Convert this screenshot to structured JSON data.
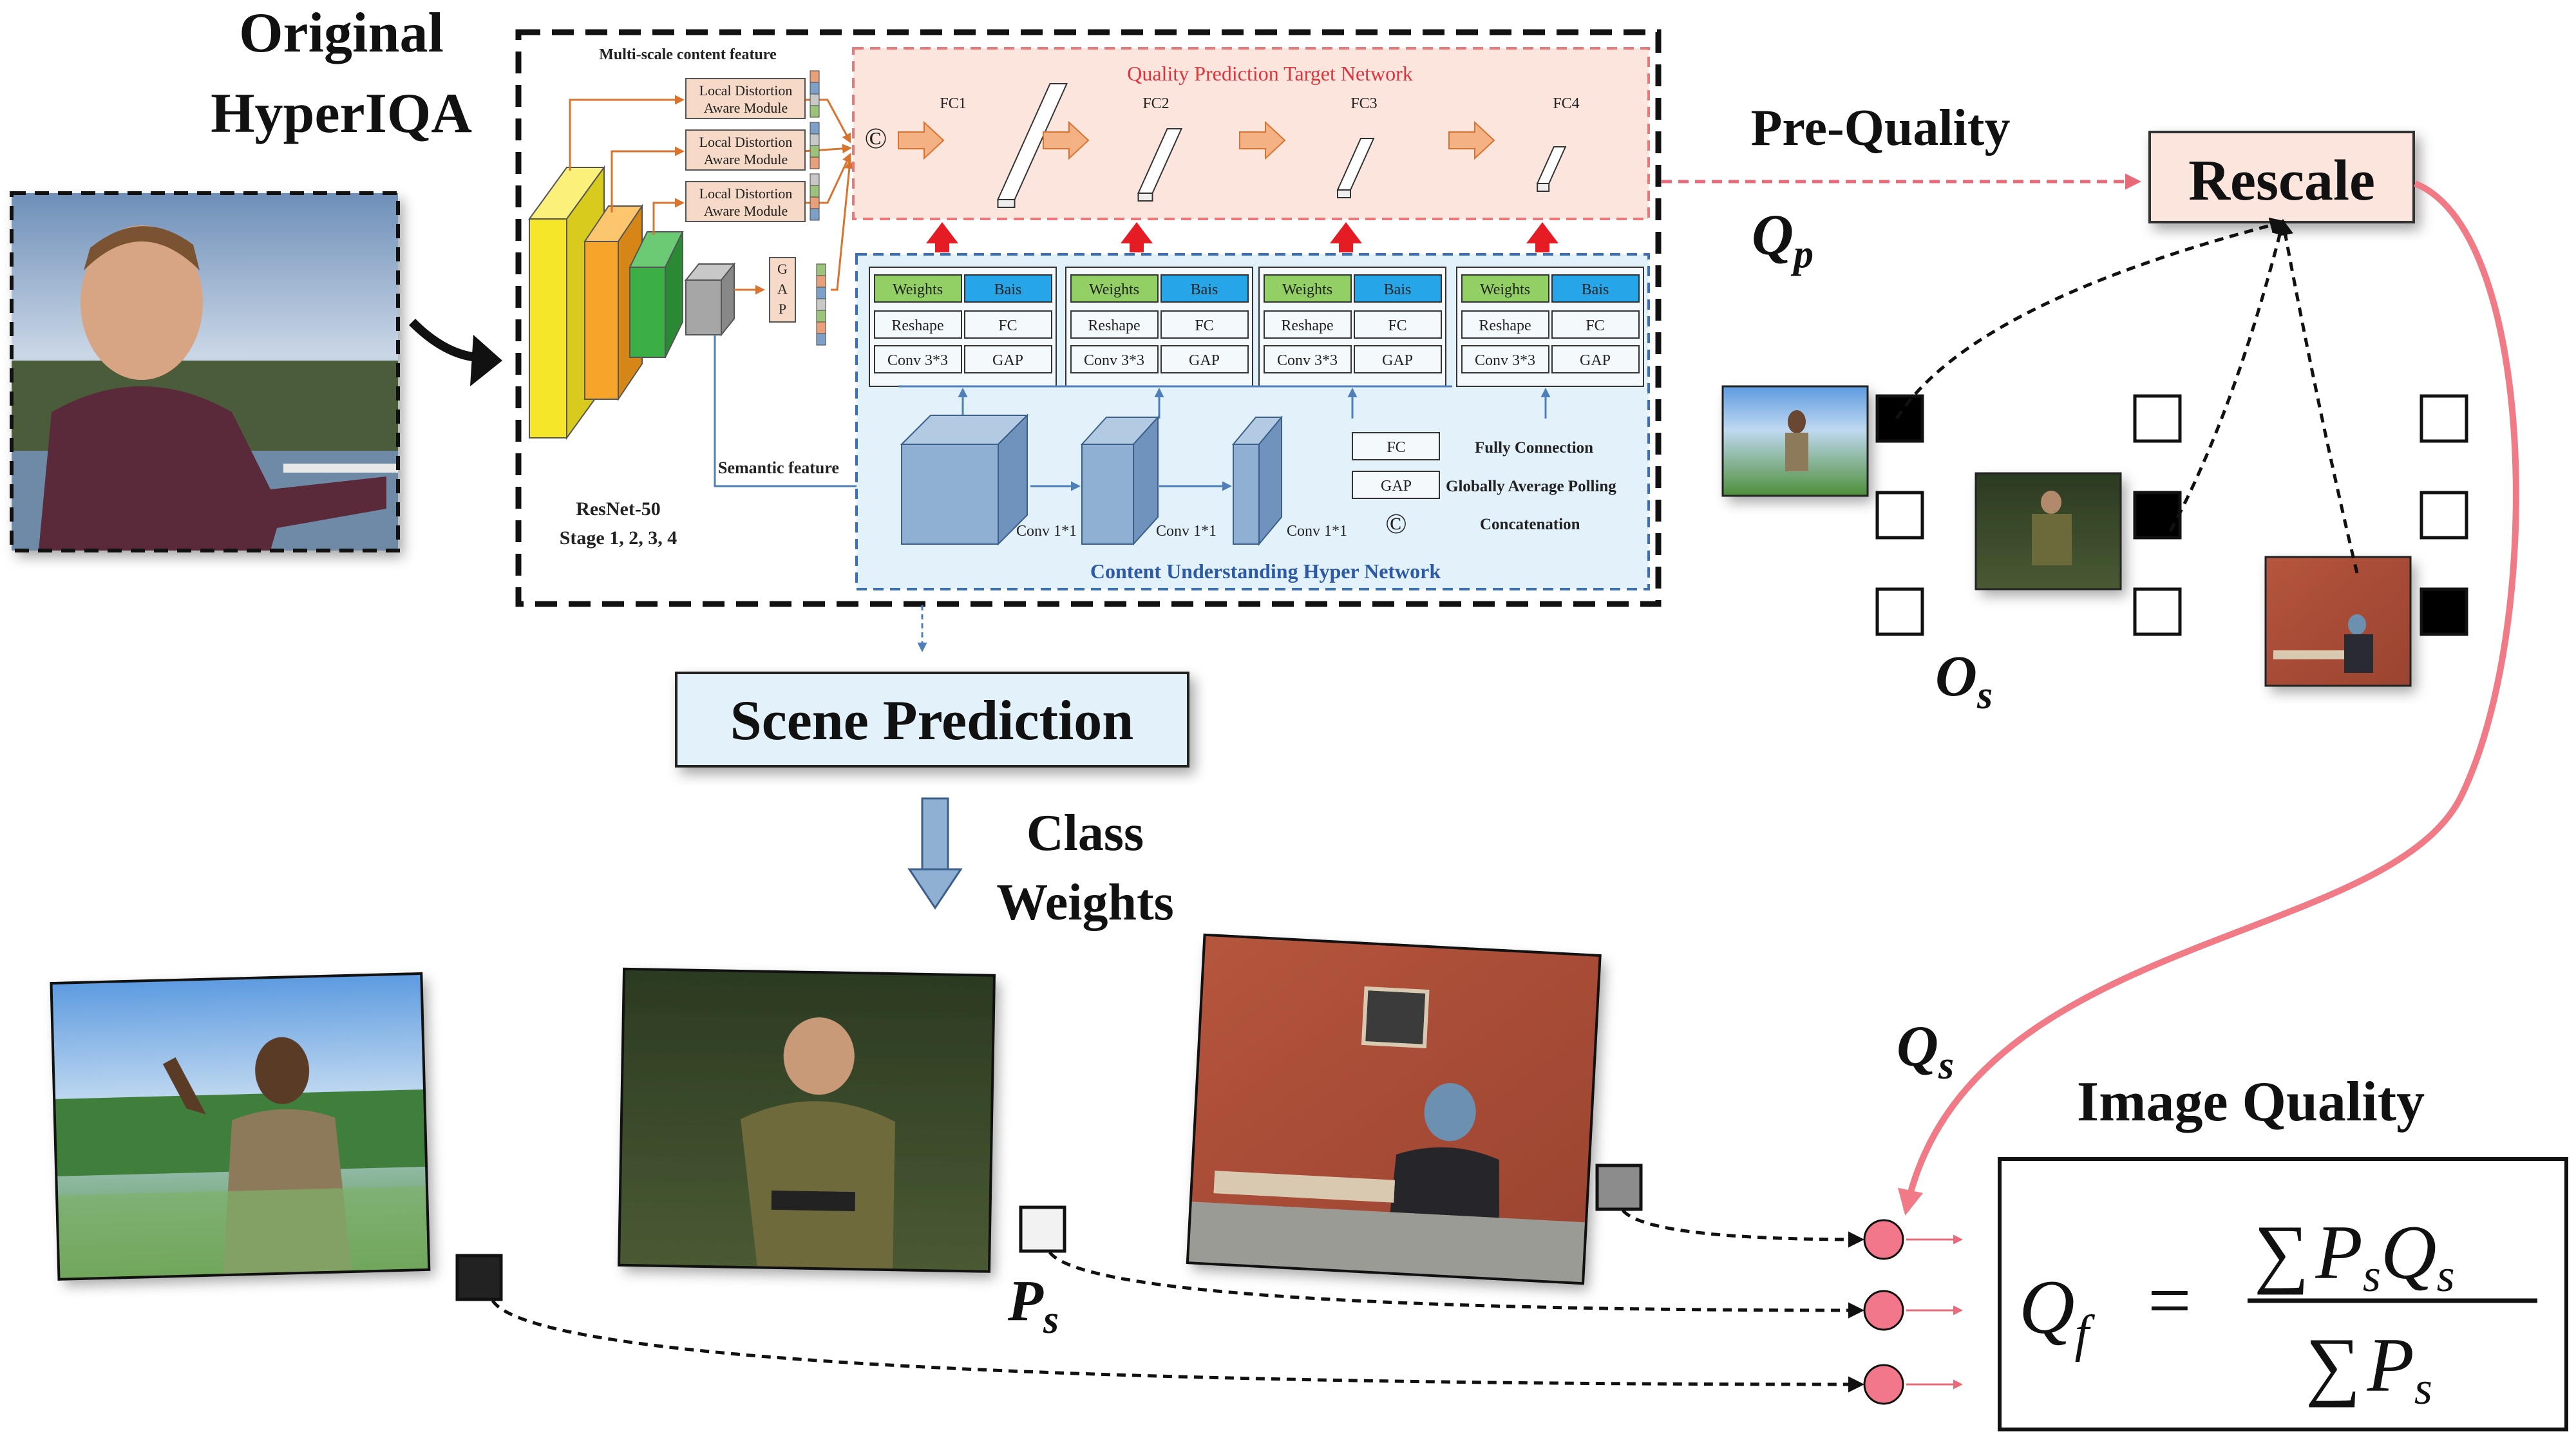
{
  "titles": {
    "original_line1": "Original",
    "original_line2": "HyperIQA",
    "pre_quality": "Pre-Quality",
    "rescale": "Rescale",
    "scene_prediction": "Scene Prediction",
    "class_line1": "Class",
    "class_line2": "Weights",
    "image_quality": "Image Quality"
  },
  "symbols": {
    "qp_main": "Q",
    "qp_sub": "p",
    "os_main": "O",
    "os_sub": "s",
    "qs_main": "Q",
    "qs_sub": "s",
    "ps_main": "P",
    "ps_sub": "s"
  },
  "formula": {
    "lhs_main": "Q",
    "lhs_sub": "f",
    "equals": "=",
    "sum": "∑",
    "num_p": "P",
    "num_p_sub": "s",
    "num_q": "Q",
    "num_q_sub": "s",
    "den_p": "P",
    "den_p_sub": "s"
  },
  "network": {
    "multi_scale": "Multi-scale content feature",
    "ldam_line1": "Local Distortion",
    "ldam_line2": "Aware Module",
    "gap_letters": [
      "G",
      "A",
      "P"
    ],
    "resnet_line1": "ResNet-50",
    "resnet_line2": "Stage 1, 2, 3, 4",
    "semantic_feature": "Semantic feature",
    "target_network_title": "Quality Prediction Target Network",
    "fc_labels": [
      "FC1",
      "FC2",
      "FC3",
      "FC4"
    ],
    "concat_symbol": "©",
    "hyper_network_title": "Content Understanding Hyper Network",
    "weights": "Weights",
    "bias": "Bais",
    "reshape": "Reshape",
    "fc": "FC",
    "conv33": "Conv 3*3",
    "gap": "GAP",
    "conv11": "Conv 1*1",
    "legend": [
      {
        "key": "FC",
        "desc": "Fully Connection"
      },
      {
        "key": "GAP",
        "desc": "Globally Average Polling"
      },
      {
        "key": "©",
        "desc": "Concatenation"
      }
    ]
  },
  "colors": {
    "yellow": "#F5E62A",
    "orange": "#F7A42A",
    "green": "#3BAE46",
    "gray": "#A6A6A6",
    "pink_fill": "#FBE5DD",
    "pink_border": "#E8787A",
    "target_title": "#E0343C",
    "blue_fill": "#E3F1FA",
    "blue_border": "#3B6FB6",
    "hyper_title": "#2C5AA6",
    "weights_green": "#92CF64",
    "bias_blue": "#26A6E8",
    "cube_blue": "#8FB0D3",
    "ldam_fill": "#F7D9C7",
    "peach_arrow": "#F4B183",
    "red_arrow": "#E51C23",
    "curve_red": "#F07A86",
    "node_fill": "#F2778A",
    "rescale_fill": "#FBE5DD",
    "scene_fill": "#E3F1FA"
  },
  "icons": {
    "input_photo": "man-portrait-photo-icon",
    "scene_photos": [
      "waving-man-lakeside-photo-icon",
      "man-night-phone-photo-icon",
      "man-brick-wall-bench-photo-icon"
    ]
  },
  "grid_weights": {
    "os_grid_active_row": [
      0,
      1,
      2
    ],
    "ps_square_shades": [
      "#222222",
      "#F2F2F2",
      "#8C8C8C"
    ]
  }
}
